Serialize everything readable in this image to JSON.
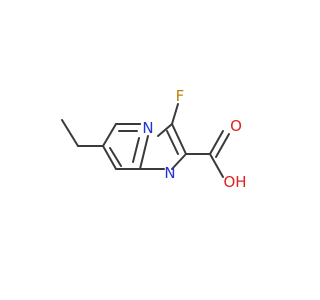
{
  "molecule": {
    "atom_labels": {
      "fluorine": "F",
      "nitrogen_bridge": "N",
      "nitrogen_imidazole": "N",
      "oxygen_carbonyl": "O",
      "hydroxyl": "OH"
    },
    "colors": {
      "bond": "#3a3a3a",
      "nitrogen": "#2233dd",
      "oxygen": "#dd2222",
      "fluorine": "#b8860b"
    }
  }
}
